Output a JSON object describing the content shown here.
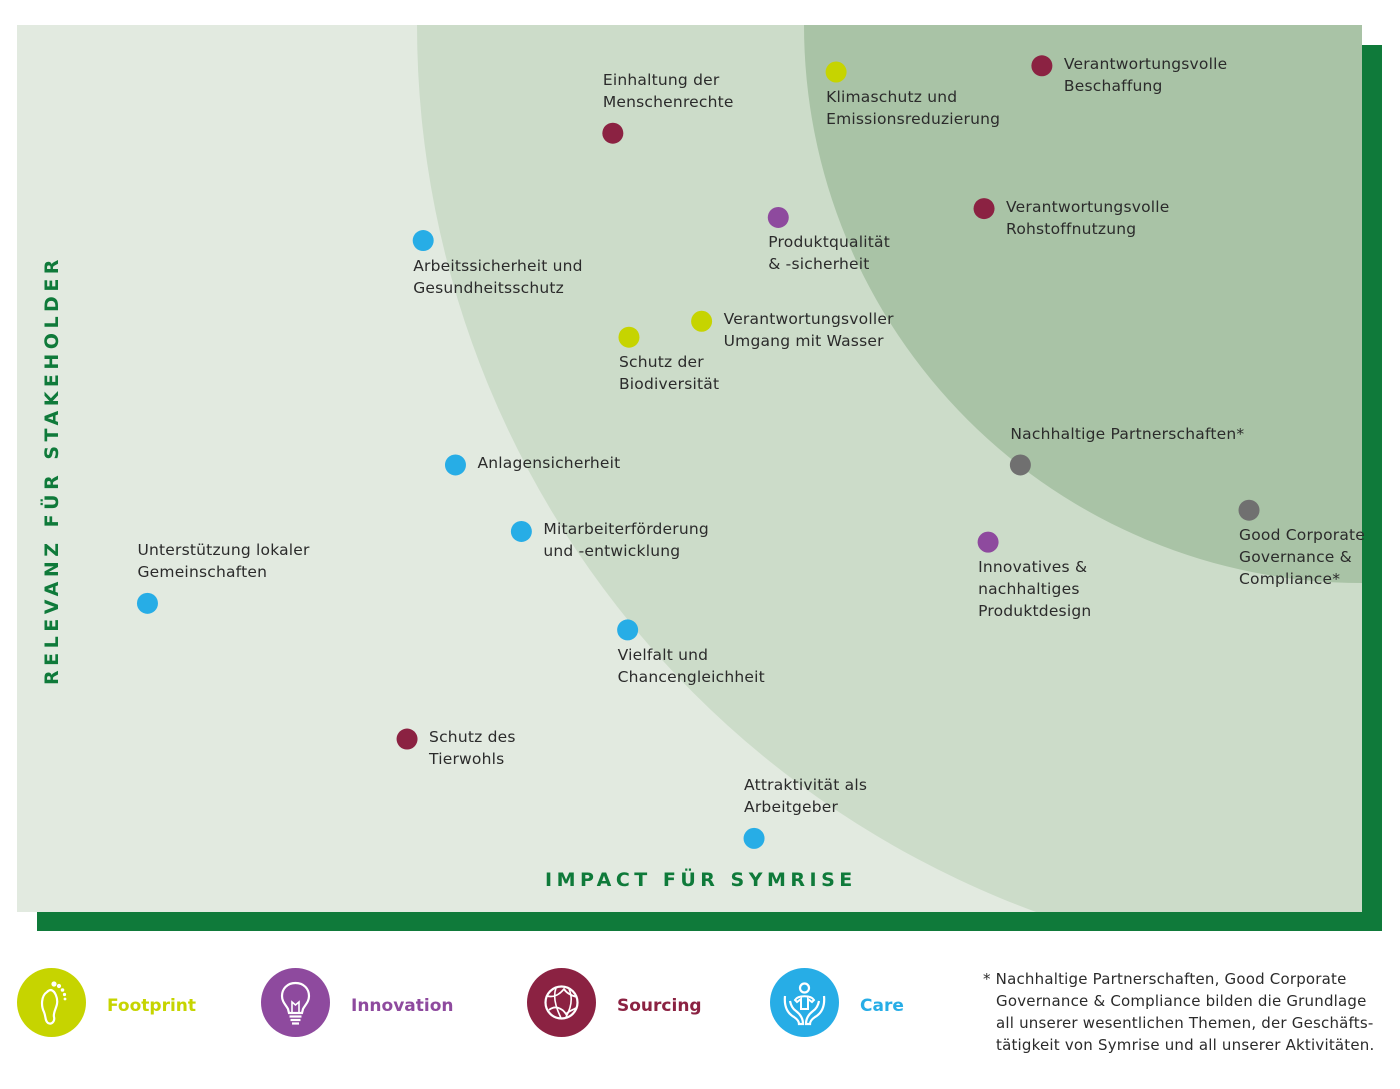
{
  "chart_data": {
    "type": "scatter",
    "title": "",
    "xlabel": "IMPACT FÜR SYMRISE",
    "ylabel": "RELEVANZ FÜR STAKEHOLDER",
    "xlim": [
      0,
      100
    ],
    "ylim": [
      0,
      100
    ],
    "grid": false,
    "legend_position": "bottom",
    "categories": [
      {
        "key": "footprint",
        "name": "Footprint",
        "color": "#c6d400",
        "icon": "footprint-icon"
      },
      {
        "key": "innovation",
        "name": "Innovation",
        "color": "#8e4a9e",
        "icon": "lightbulb-icon"
      },
      {
        "key": "sourcing",
        "name": "Sourcing",
        "color": "#8b2242",
        "icon": "globe-icon"
      },
      {
        "key": "care",
        "name": "Care",
        "color": "#27ade6",
        "icon": "caring-hands-icon"
      },
      {
        "key": "governance",
        "name": "",
        "color": "#707070",
        "icon": ""
      }
    ],
    "points": [
      {
        "lines": [
          "Verantwortungsvolle",
          "Beschaffung"
        ],
        "category": "sourcing",
        "x": 76.2,
        "y": 95.4,
        "label_pos": "right"
      },
      {
        "lines": [
          "Klimaschutz und",
          "Emissionsreduzierung"
        ],
        "category": "footprint",
        "x": 60.9,
        "y": 94.7,
        "label_pos": "below"
      },
      {
        "lines": [
          "Einhaltung der",
          "Menschenrechte"
        ],
        "category": "sourcing",
        "x": 44.3,
        "y": 87.8,
        "label_pos": "above"
      },
      {
        "lines": [
          "Verantwortungsvolle",
          "Rohstoffnutzung"
        ],
        "category": "sourcing",
        "x": 71.9,
        "y": 79.3,
        "label_pos": "right"
      },
      {
        "lines": [
          "Produktqualität",
          "& -sicherheit"
        ],
        "category": "innovation",
        "x": 56.6,
        "y": 78.3,
        "label_pos": "below"
      },
      {
        "lines": [
          "Arbeitssicherheit und",
          "Gesundheitsschutz"
        ],
        "category": "care",
        "x": 30.2,
        "y": 75.7,
        "label_pos": "below"
      },
      {
        "lines": [
          "Verantwortungsvoller",
          "Umgang mit Wasser"
        ],
        "category": "footprint",
        "x": 50.9,
        "y": 66.6,
        "label_pos": "right"
      },
      {
        "lines": [
          "Schutz der",
          "Biodiversität"
        ],
        "category": "footprint",
        "x": 45.5,
        "y": 64.8,
        "label_pos": "below"
      },
      {
        "lines": [
          "Nachhaltige Partnerschaften*"
        ],
        "category": "governance",
        "x": 74.6,
        "y": 50.4,
        "label_pos": "above"
      },
      {
        "lines": [
          "Anlagensicherheit"
        ],
        "category": "care",
        "x": 32.6,
        "y": 50.4,
        "label_pos": "right"
      },
      {
        "lines": [
          "Good Corporate",
          "Governance &",
          "Compliance*"
        ],
        "category": "governance",
        "x": 91.6,
        "y": 45.3,
        "label_pos": "below"
      },
      {
        "lines": [
          "Mitarbeiterförderung",
          "und -entwicklung"
        ],
        "category": "care",
        "x": 37.5,
        "y": 42.9,
        "label_pos": "right"
      },
      {
        "lines": [
          "Innovatives &",
          "nachhaltiges",
          "Produktdesign"
        ],
        "category": "innovation",
        "x": 72.2,
        "y": 41.7,
        "label_pos": "below"
      },
      {
        "lines": [
          "Unterstützung lokaler",
          "Gemeinschaften"
        ],
        "category": "care",
        "x": 9.7,
        "y": 34.8,
        "label_pos": "above"
      },
      {
        "lines": [
          "Vielfalt und",
          "Chancengleichheit"
        ],
        "category": "care",
        "x": 45.4,
        "y": 31.8,
        "label_pos": "below"
      },
      {
        "lines": [
          "Schutz des",
          "Tierwohls"
        ],
        "category": "sourcing",
        "x": 29.0,
        "y": 19.5,
        "label_pos": "right"
      },
      {
        "lines": [
          "Attraktivität als",
          "Arbeitgeber"
        ],
        "category": "care",
        "x": 54.8,
        "y": 8.3,
        "label_pos": "above"
      }
    ],
    "zones": 3
  },
  "footnote": {
    "lines": [
      "* Nachhaltige Partnerschaften, Good Corporate",
      "Governance & Compliance bilden die Grundlage",
      "all unserer wesentlichen Themen, der Geschäfts-",
      "tätigkeit von Symrise und all unserer Aktivitäten."
    ]
  },
  "colors": {
    "frame_green": "#0f7a3a",
    "zone_light": "#e2eae0",
    "zone_medium": "#ccdcc9",
    "zone_dark": "#a9c3a6"
  }
}
